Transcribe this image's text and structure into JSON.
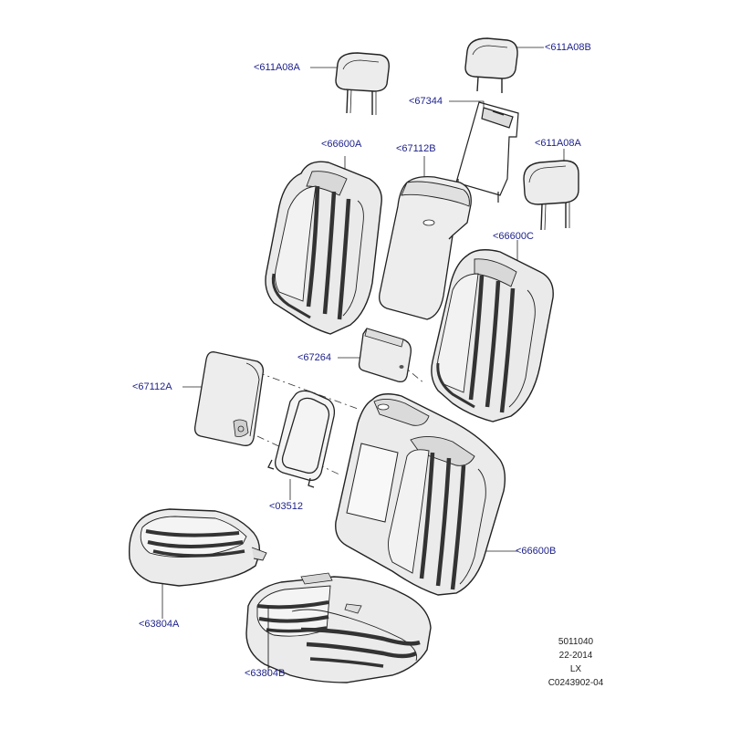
{
  "callouts": {
    "headrest_left": "<611A08A",
    "headrest_top_right": "<611A08B",
    "headrest_right": "<611A08A",
    "frame_67344": "<67344",
    "cover_66600a": "<66600A",
    "pad_67112b": "<67112B",
    "cover_66600c": "<66600C",
    "armrest_67264": "<67264",
    "pad_67112a": "<67112A",
    "frame_03512": "<03512",
    "cover_66600b": "<66600B",
    "cushion_63804a": "<63804A",
    "cushion_63804b": "<63804B"
  },
  "footer": {
    "line1": "5011040",
    "line2": "22-2014",
    "line3": "LX",
    "line4": "C0243902-04"
  },
  "colors": {
    "callout_text": "#1b1f8a",
    "line": "#222222",
    "part_fill": "#ebebeb",
    "part_dark": "#555555"
  }
}
